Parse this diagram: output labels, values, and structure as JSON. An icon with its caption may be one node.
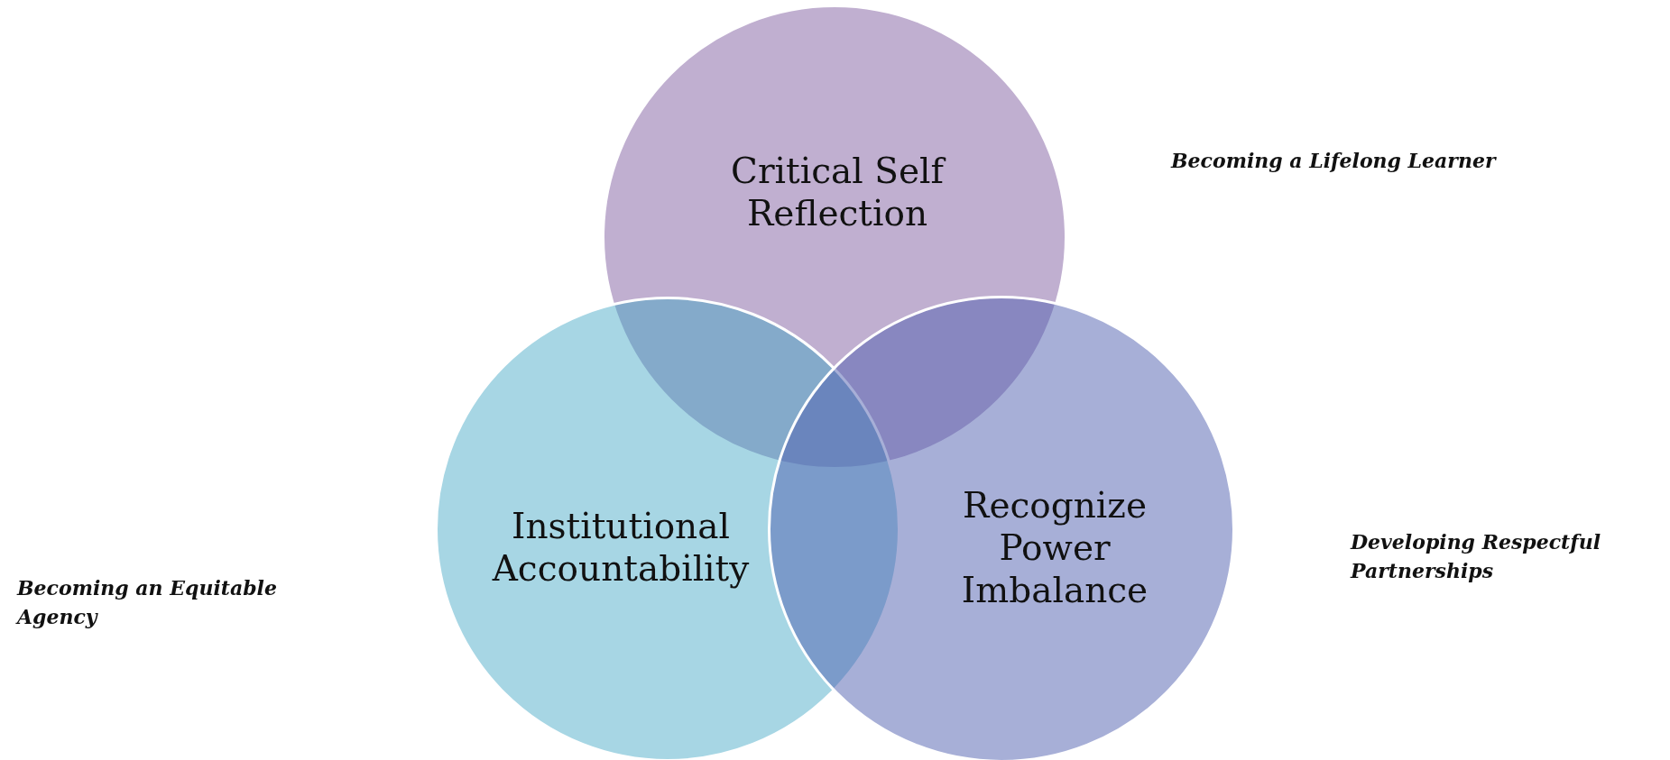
{
  "diagram": {
    "nodes": [
      {
        "text": [
          "Critical Self Reflection"
        ]
      },
      {
        "text": [
          "Institutional Accountability"
        ]
      },
      {
        "text": [
          "Recognize Power Imbalance"
        ]
      }
    ],
    "labels": [
      "Becoming a Lifelong Learner",
      "Becoming an Equitable Agency",
      "Developing Respectful Partnerships"
    ]
  }
}
